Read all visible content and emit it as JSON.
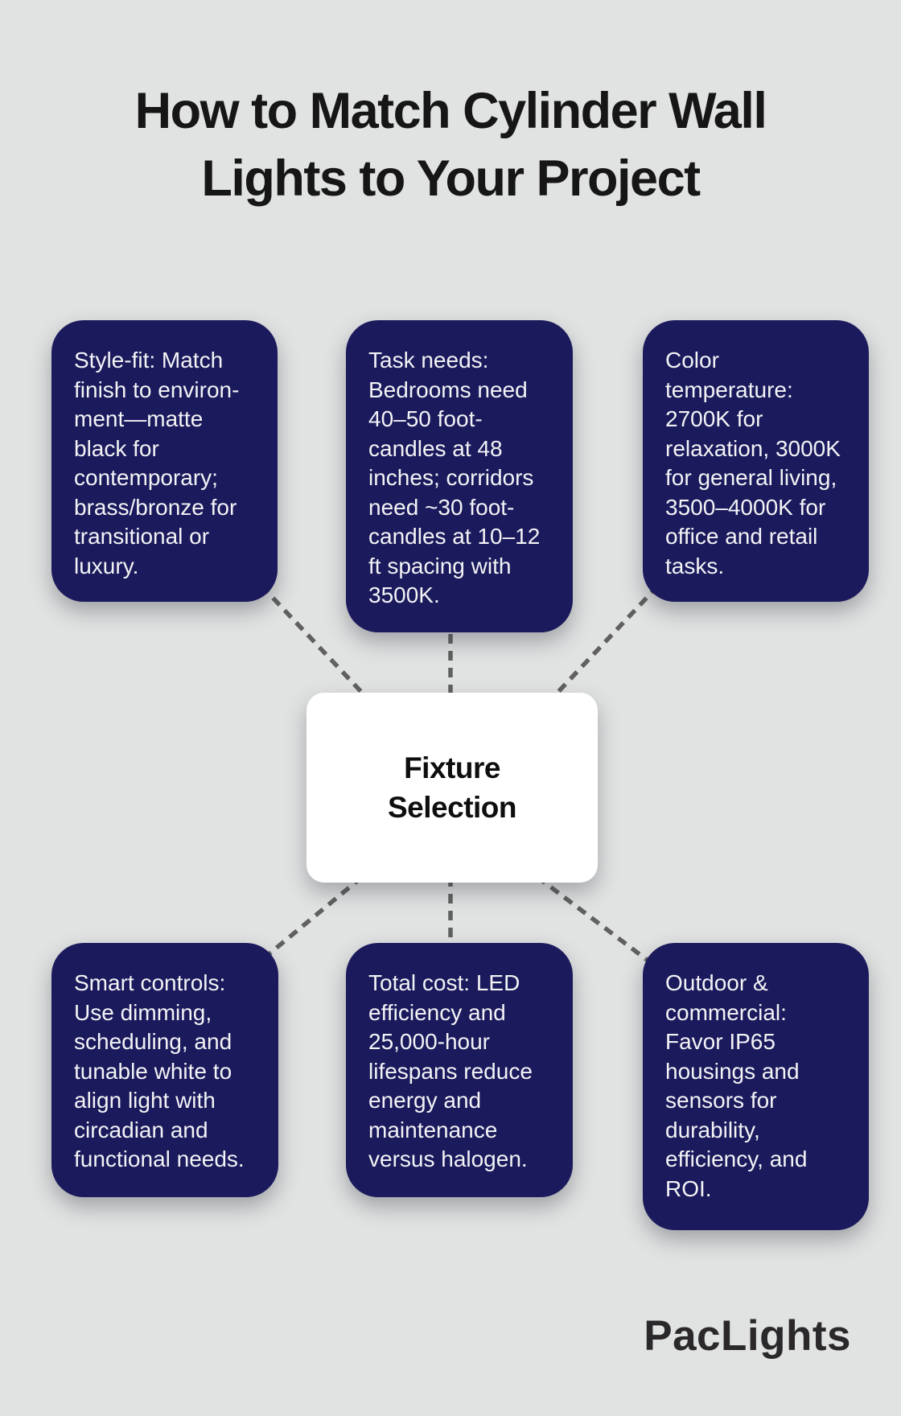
{
  "title": "How to Match Cylinder Wall\nLights to Your Project",
  "center": {
    "label": "Fixture\nSelection"
  },
  "boxes": [
    {
      "id": "style-fit",
      "text": "Style-fit: Match\nfinish to environ-\nment—matte\nblack for\ncontemporary;\nbrass/bronze for\ntransitional or\nluxury."
    },
    {
      "id": "task-needs",
      "text": "Task needs:\nBedrooms need\n40–50 foot-\ncandles at 48\ninches; corridors\nneed ~30 foot-\ncandles at 10–12\nft spacing with\n3500K."
    },
    {
      "id": "color-temperature",
      "text": "Color\ntemperature:\n2700K for\nrelaxation, 3000K\nfor general living,\n3500–4000K for\noffice and retail\ntasks."
    },
    {
      "id": "smart-controls",
      "text": "Smart controls:\nUse dimming,\nscheduling, and\ntunable white to\nalign light with\ncircadian and\nfunctional needs."
    },
    {
      "id": "total-cost",
      "text": "Total cost: LED\nefficiency and\n25,000-hour\nlifespans reduce\nenergy and\nmaintenance\nversus halogen."
    },
    {
      "id": "outdoor-commercial",
      "text": "Outdoor &\ncommercial:\nFavor IP65\nhousings and\nsensors for\ndurability,\nefficiency, and\nROI."
    }
  ],
  "footer": {
    "brand": "PacLights"
  },
  "colors": {
    "background": "#e1e2e2",
    "card": "#1b1a5c",
    "card_text": "#f3f3f6",
    "center_card": "#ffffff",
    "center_text": "#0e0e0e",
    "connector": "#5f605f",
    "title": "#161616",
    "brand": "#2a282a"
  }
}
